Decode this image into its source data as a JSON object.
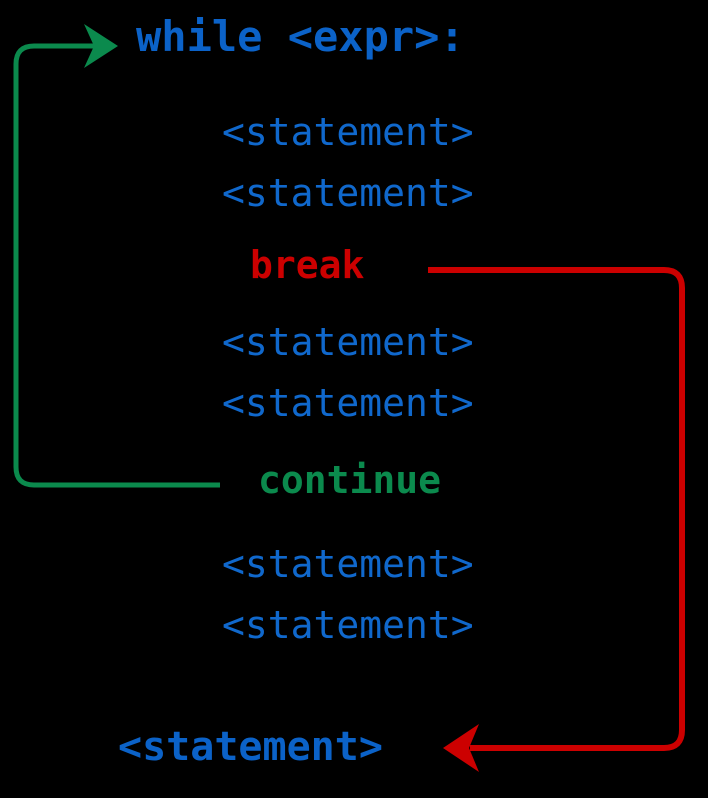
{
  "diagram": {
    "title": "Python while loop control flow with break and continue",
    "background_color": "#000000",
    "colors": {
      "keyword_blue": "#0b62c8",
      "statement_blue": "#1068cc",
      "break_red": "#cc0000",
      "continue_green": "#0b8a4d"
    },
    "code": {
      "header": "while <expr>:",
      "body": [
        {
          "id": "stmt-1",
          "text": "<statement>",
          "kind": "statement"
        },
        {
          "id": "stmt-2",
          "text": "<statement>",
          "kind": "statement"
        },
        {
          "id": "break",
          "text": "break",
          "kind": "keyword-break"
        },
        {
          "id": "stmt-3",
          "text": "<statement>",
          "kind": "statement"
        },
        {
          "id": "stmt-4",
          "text": "<statement>",
          "kind": "statement"
        },
        {
          "id": "continue",
          "text": "continue",
          "kind": "keyword-continue"
        },
        {
          "id": "stmt-5",
          "text": "<statement>",
          "kind": "statement"
        },
        {
          "id": "stmt-6",
          "text": "<statement>",
          "kind": "statement"
        }
      ],
      "after_loop": "<statement>"
    },
    "arrows": [
      {
        "name": "continue-arrow",
        "color": "#0b8a4d",
        "from": "continue",
        "to": "while <expr>:",
        "description": "continue jumps back to the loop condition"
      },
      {
        "name": "break-arrow",
        "color": "#cc0000",
        "from": "break",
        "to": "<statement> after loop",
        "description": "break exits the loop to the statement after it"
      }
    ]
  }
}
